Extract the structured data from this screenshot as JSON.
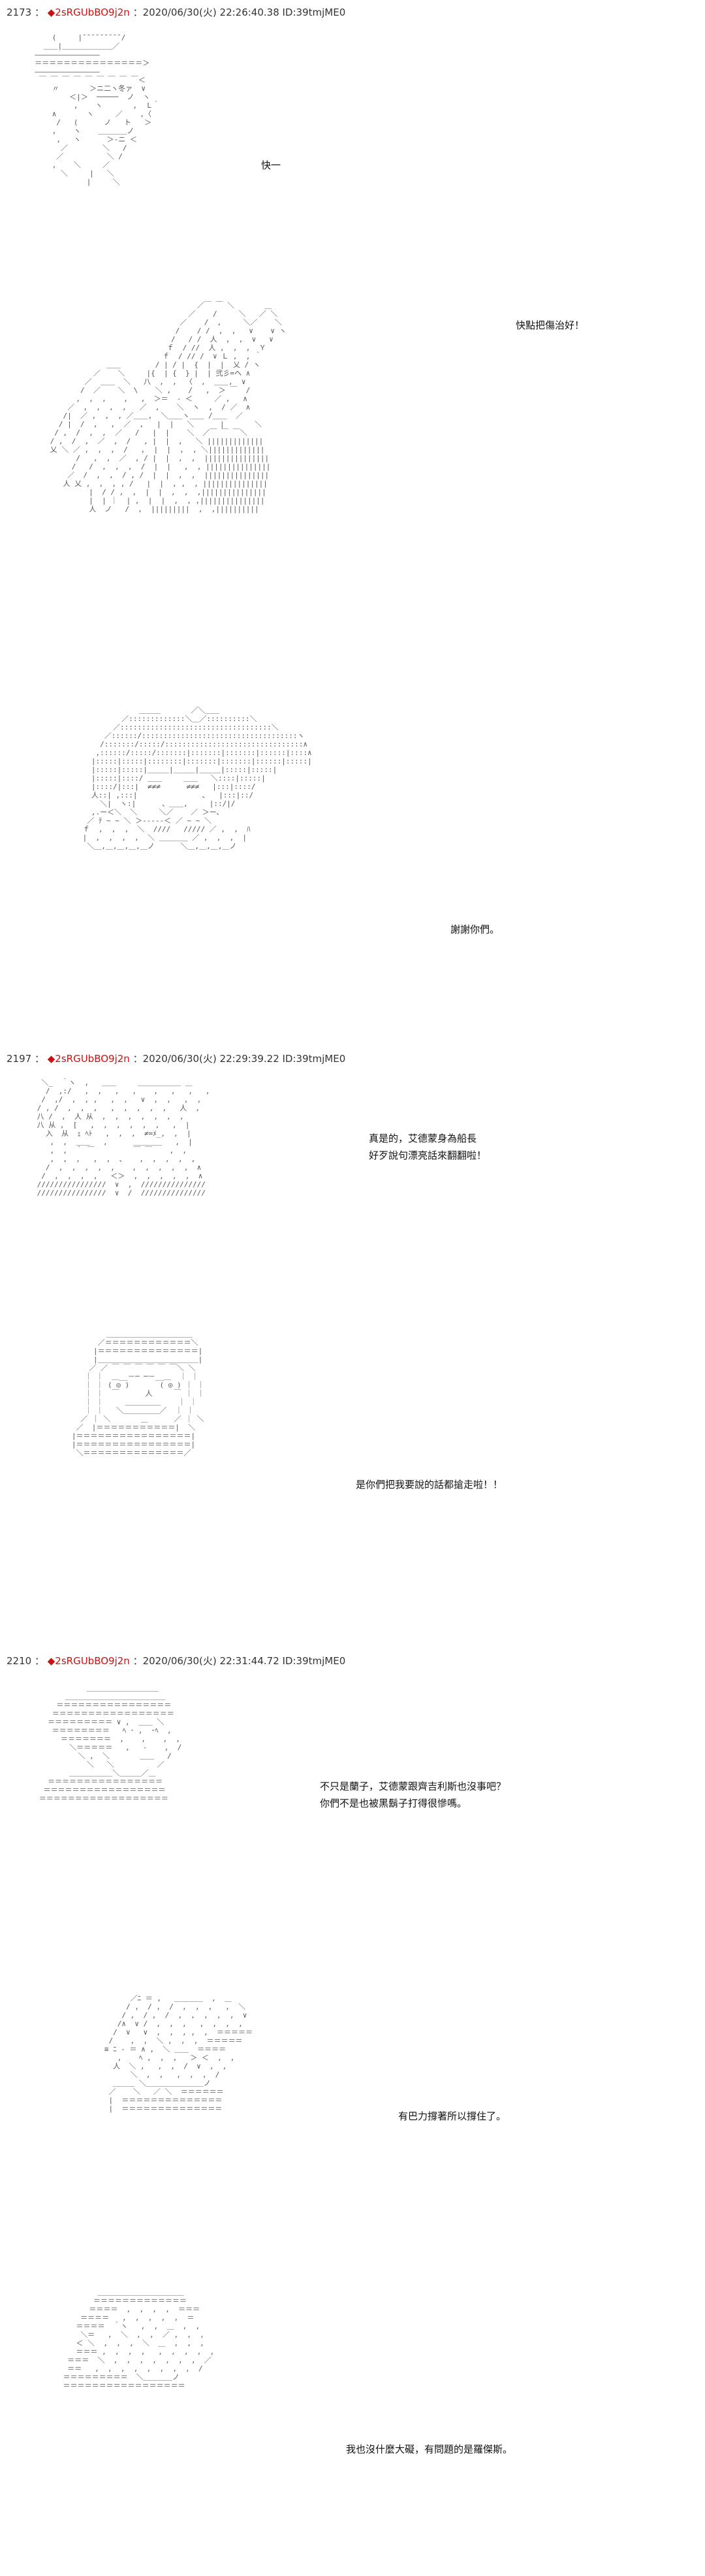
{
  "posts": [
    {
      "number": "2173",
      "sep": "：",
      "trip": "◆2sRGUbBO9j2n",
      "datetime": "：2020/06/30(火) 22:26:40.38 ID:39tmjME0",
      "panels": [
        {
          "lines": [
            "快一"
          ]
        },
        {
          "lines": [
            "快點把傷治好！"
          ]
        },
        {
          "lines": [
            "謝謝你們。"
          ]
        }
      ]
    },
    {
      "number": "2197",
      "sep": "：",
      "trip": "◆2sRGUbBO9j2n",
      "datetime": "：2020/06/30(火) 22:29:39.22 ID:39tmjME0",
      "panels": [
        {
          "lines": [
            "真是的，艾德蒙身為船長",
            "好歹說句漂亮話來翻翻啦！"
          ]
        },
        {
          "lines": [
            "是你們把我要說的話都搶走啦！！"
          ]
        }
      ]
    },
    {
      "number": "2210",
      "sep": "：",
      "trip": "◆2sRGUbBO9j2n",
      "datetime": "：2020/06/30(火) 22:31:44.72 ID:39tmjME0",
      "panels": [
        {
          "lines": [
            "不只是蘭子，艾德蒙跟齊吉利斯也沒事吧？",
            "你們不是也被黑鬍子打得很慘嗎。"
          ]
        },
        {
          "lines": [
            "有巴力撐著所以撐住了。"
          ]
        },
        {
          "lines": [
            "我也沒什麼大礙，有問題的是羅傑斯。"
          ]
        }
      ]
    }
  ]
}
